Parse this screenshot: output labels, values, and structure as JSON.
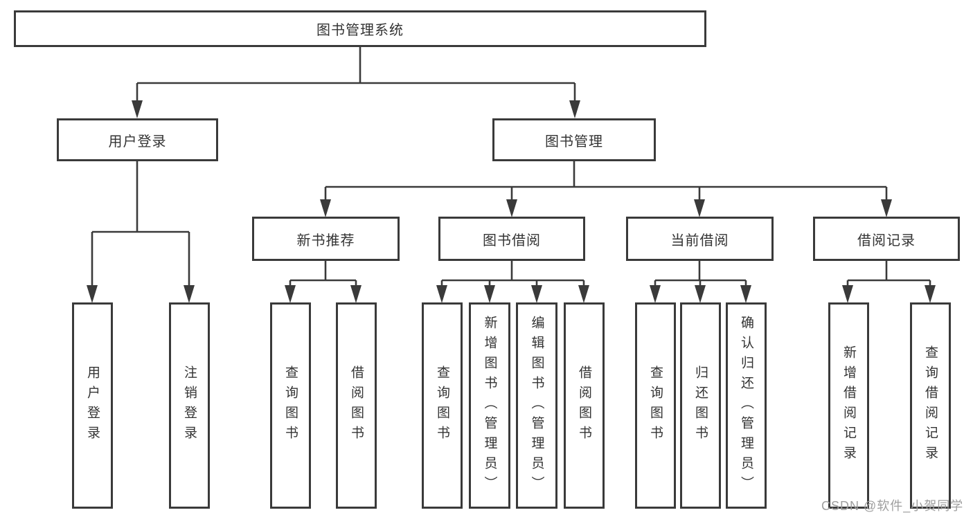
{
  "colors": {
    "line": "#3a3a3a",
    "box_background": "#ffffff",
    "text": "#333333",
    "watermark": "#9e9e9e",
    "page_background": "#ffffff"
  },
  "tree": {
    "root": "图书管理系统",
    "children": [
      {
        "label": "用户登录",
        "children": [
          "用户登录",
          "注销登录"
        ]
      },
      {
        "label": "图书管理",
        "children": [
          {
            "label": "新书推荐",
            "children": [
              "查询图书",
              "借阅图书"
            ]
          },
          {
            "label": "图书借阅",
            "children": [
              "查询图书",
              "新增图书（管理员）",
              "编辑图书（管理员）",
              "借阅图书"
            ]
          },
          {
            "label": "当前借阅",
            "children": [
              "查询图书",
              "归还图书",
              "确认归还（管理员）"
            ]
          },
          {
            "label": "借阅记录",
            "children": [
              "新增借阅记录",
              "查询借阅记录"
            ]
          }
        ]
      }
    ]
  },
  "watermark": "CSDN @软件_小贺同学"
}
